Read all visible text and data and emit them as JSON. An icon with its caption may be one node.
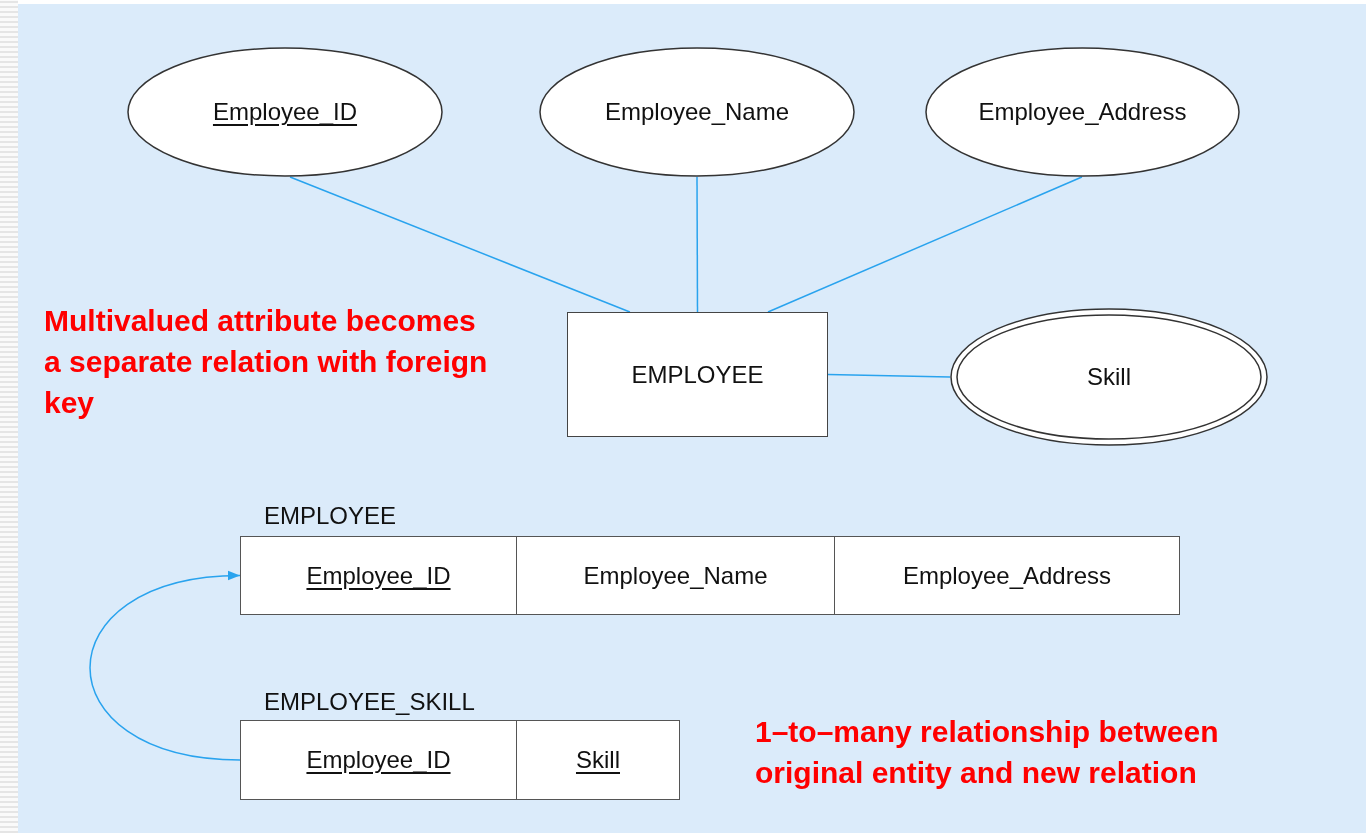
{
  "diagram": {
    "nodes": [
      {
        "text": [
          "Employee_ID"
        ]
      },
      {
        "text": [
          "Employee_Name"
        ]
      },
      {
        "text": [
          "Employee_Address"
        ]
      },
      {
        "text": [
          "EMPLOYEE"
        ]
      },
      {
        "text": [
          "Skill"
        ]
      },
      {
        "text": [
          "EMPLOYEE"
        ]
      },
      {
        "text": [
          "Employee_ID"
        ],
        "in": 5
      },
      {
        "text": [
          "Employee_Name"
        ],
        "in": 5
      },
      {
        "text": [
          "Employee_Address"
        ],
        "in": 5
      },
      {
        "text": [
          "EMPLOYEE_SKILL"
        ]
      },
      {
        "text": [
          "Employee_ID"
        ],
        "in": 9
      },
      {
        "text": [
          "Skill"
        ],
        "in": 9
      }
    ],
    "edges": [
      {
        "from": 0,
        "to": 3,
        "arrow": "none"
      },
      {
        "from": 1,
        "to": 3,
        "arrow": "none"
      },
      {
        "from": 2,
        "to": 3,
        "arrow": "none"
      },
      {
        "from": 3,
        "to": 4,
        "arrow": "none"
      },
      {
        "from": 10,
        "to": 6,
        "arrow": "to"
      }
    ],
    "labels": [
      "Multivalued attribute becomes a separate relation with foreign key",
      "1–to–many relationship between original entity and new relation"
    ]
  }
}
